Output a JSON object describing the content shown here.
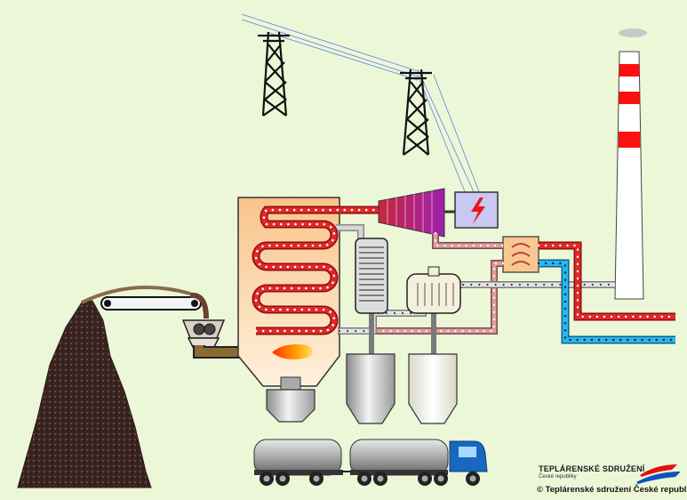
{
  "logo": {
    "name": "TEPLÁRENSKÉ SDRUŽENÍ",
    "sub": "České republiky"
  },
  "copyright": "© Teplárenské sdružení České republiky",
  "icons": {
    "generator": "lightning-bolt-icon"
  },
  "colors": {
    "background": "#ecf7d8",
    "boiler": "#f8c890",
    "steam": "#e02828",
    "condensate": "#d8a0a0",
    "cooling_water": "#28b8f0",
    "flue_gas": "#c0c0c0",
    "turbine": "#b020a8",
    "generator": "#c8c8f0",
    "chimney_stripe": "#ff1010",
    "truck_cab": "#1868c0"
  }
}
